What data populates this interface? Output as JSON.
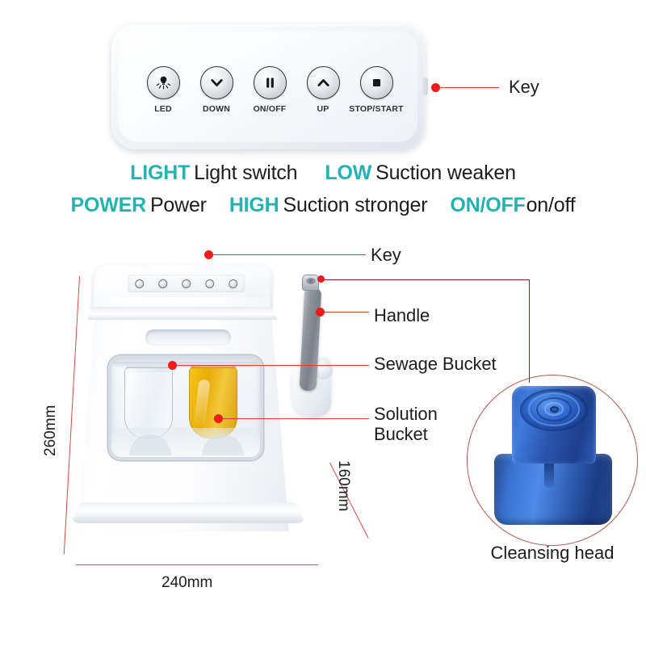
{
  "remote": {
    "buttons": [
      {
        "label": "LED",
        "icon": "lamp-icon"
      },
      {
        "label": "DOWN",
        "icon": "chevron-down-icon"
      },
      {
        "label": "ON/OFF",
        "icon": "pause-icon"
      },
      {
        "label": "UP",
        "icon": "chevron-up-icon"
      },
      {
        "label": "STOP/START",
        "icon": "stop-square-icon"
      }
    ],
    "callout": "Key"
  },
  "legend": {
    "row1": [
      {
        "keyword": "LIGHT",
        "desc": "Light switch"
      },
      {
        "keyword": "LOW",
        "desc": "Suction weaken"
      }
    ],
    "row2": [
      {
        "keyword": "POWER",
        "desc": "Power"
      },
      {
        "keyword": "HIGH",
        "desc": "Suction stronger"
      },
      {
        "keyword": "ON/OFF",
        "desc": "on/off"
      }
    ]
  },
  "machine": {
    "callouts": {
      "key": "Key",
      "handle": "Handle",
      "sewage_bucket": "Sewage Bucket",
      "solution_bucket": "Solution Bucket"
    },
    "dimensions": {
      "height": "260mm",
      "depth": "160mm",
      "width": "240mm"
    }
  },
  "inset": {
    "caption": "Cleansing head"
  },
  "colors": {
    "keyword_teal": "#23b3b3",
    "callout_red": "#e23b33",
    "dot_red": "#ee1b18",
    "dim_red": "#d94a43",
    "head_blue": "#2f6ad1"
  }
}
